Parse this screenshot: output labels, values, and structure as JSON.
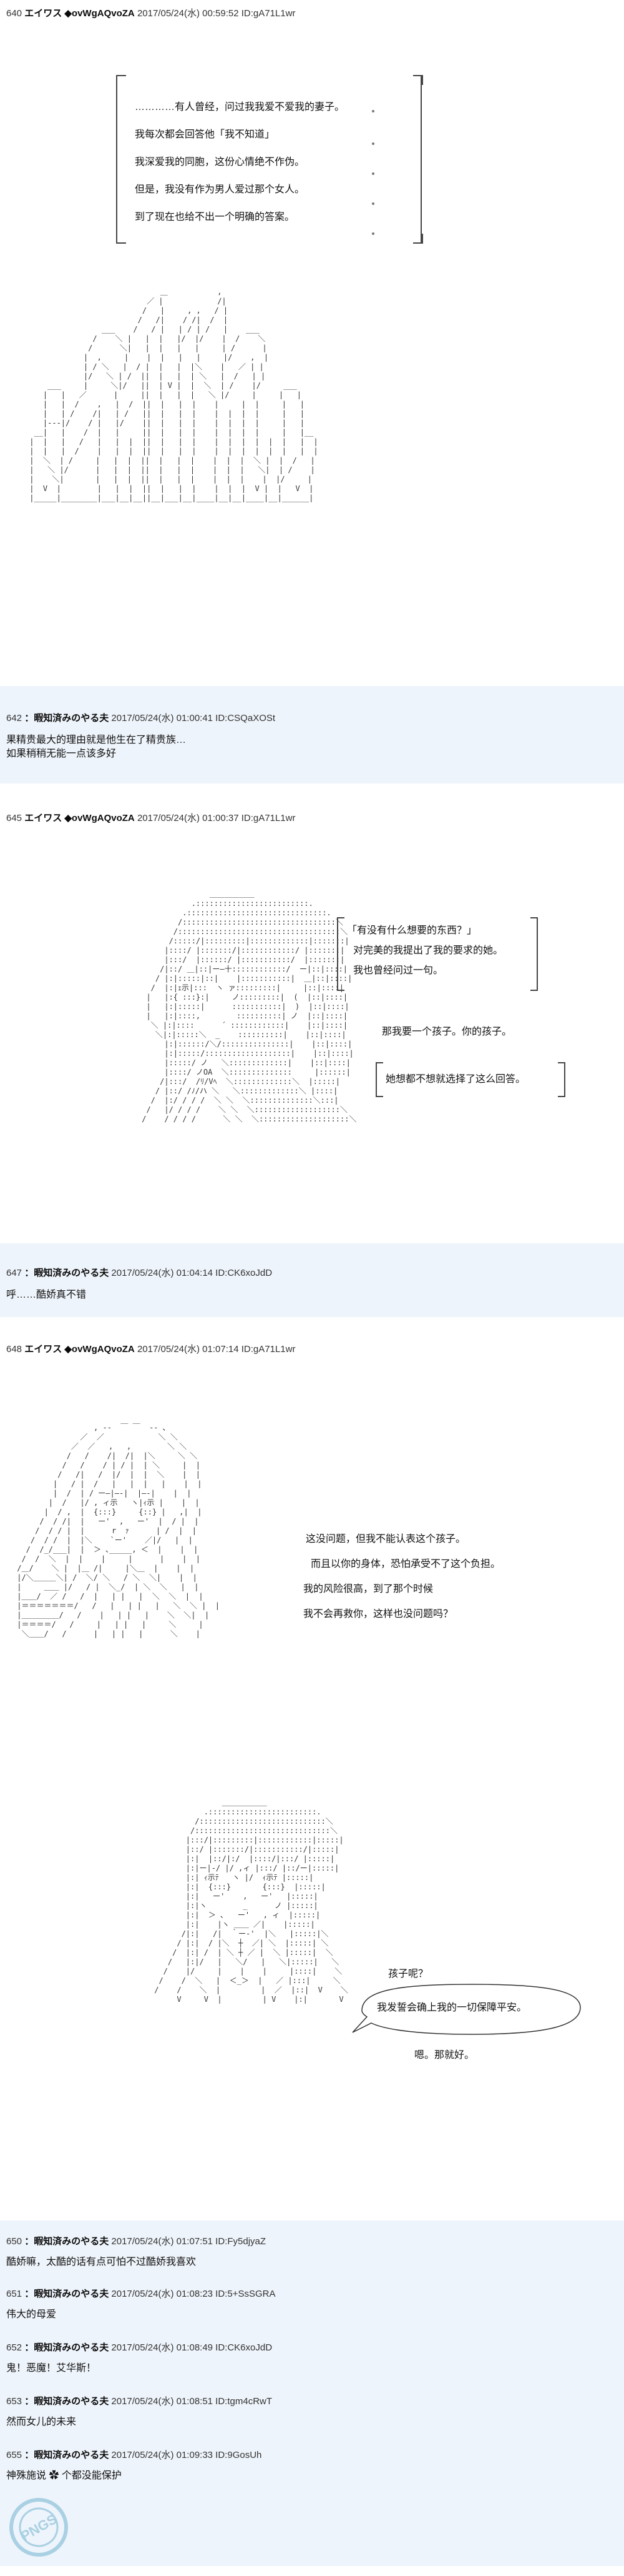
{
  "posts": [
    {
      "number": "640",
      "name": "エイワス",
      "trip": "◆ovWgAQvoZA",
      "meta": "2017/05/24(水) 00:59:52 ID:gA71L1wr",
      "dialog": [
        "…………有人曾经，问过我我爱不爱我的妻子。",
        "我每次都会回答他「我不知道」",
        "我深爱我的同胞，这份心情绝不作伪。",
        "但是，我没有作为男人爱过那个女人。",
        "到了现在也给不出一个明确的答案。"
      ]
    },
    {
      "number": "642",
      "name": "：暇知済みのやる夫",
      "meta": "2017/05/24(水) 01:00:41 ID:CSQaXOSt",
      "lines": [
        "果精贵最大的理由就是他生在了精贵族…",
        "如果稍稍无能一点该多好"
      ]
    },
    {
      "number": "645",
      "name": "エイワス",
      "trip": "◆ovWgAQvoZA",
      "meta": "2017/05/24(水) 01:00:37 ID:gA71L1wr",
      "dialog_a": [
        "「有没有什么想要的东西？」",
        "对完美的我提出了我的要求的她。",
        "我也曾经问过一句。"
      ],
      "dialog_b": "那我要一个孩子。你的孩子。",
      "dialog_c": "她想都不想就选择了这么回答。"
    },
    {
      "number": "647",
      "name": "：暇知済みのやる夫",
      "meta": "2017/05/24(水) 01:04:14 ID:CK6xoJdD",
      "lines": [
        "呼……酷娇真不错"
      ]
    },
    {
      "number": "648",
      "name": "エイワス",
      "trip": "◆ovWgAQvoZA",
      "meta": "2017/05/24(水) 01:07:14 ID:gA71L1wr",
      "dialog_a": [
        "这没问题，但我不能认表这个孩子。",
        "而且以你的身体，恐怕承受不了这个负担。",
        "我的风险很高，到了那个时候",
        "我不会再救你，这样也没问题吗？"
      ],
      "dialog_b": [
        "孩子呢？",
        "我发誓会确上我的一切保障平安。"
      ],
      "dialog_c": "嗯。那就好。"
    },
    {
      "number": "650",
      "name": "：暇知済みのやる夫",
      "meta": "2017/05/24(水) 01:07:51 ID:Fy5djyaZ",
      "lines": [
        "酷娇嘛，太酷的话有点可怕不过酷娇我喜欢"
      ]
    },
    {
      "number": "651",
      "name": "：暇知済みのやる夫",
      "meta": "2017/05/24(水) 01:08:23 ID:5+SsSGRA",
      "lines": [
        "伟大的母爱"
      ]
    },
    {
      "number": "652",
      "name": "：暇知済みのやる夫",
      "meta": "2017/05/24(水) 01:08:49 ID:CK6xoJdD",
      "lines": [
        "鬼！恶魔！艾华斯！"
      ]
    },
    {
      "number": "653",
      "name": "：暇知済みのやる夫",
      "meta": "2017/05/24(水) 01:08:51 ID:tgm4cRwT",
      "lines": [
        "然而女儿的未来"
      ]
    },
    {
      "number": "655",
      "name": "：暇知済みのやる夫",
      "meta": "2017/05/24(水) 01:09:33 ID:9GosUh",
      "lines": [
        "神殊施说 ✿ 个都没能保护"
      ]
    }
  ],
  "watermark": "PNGS"
}
